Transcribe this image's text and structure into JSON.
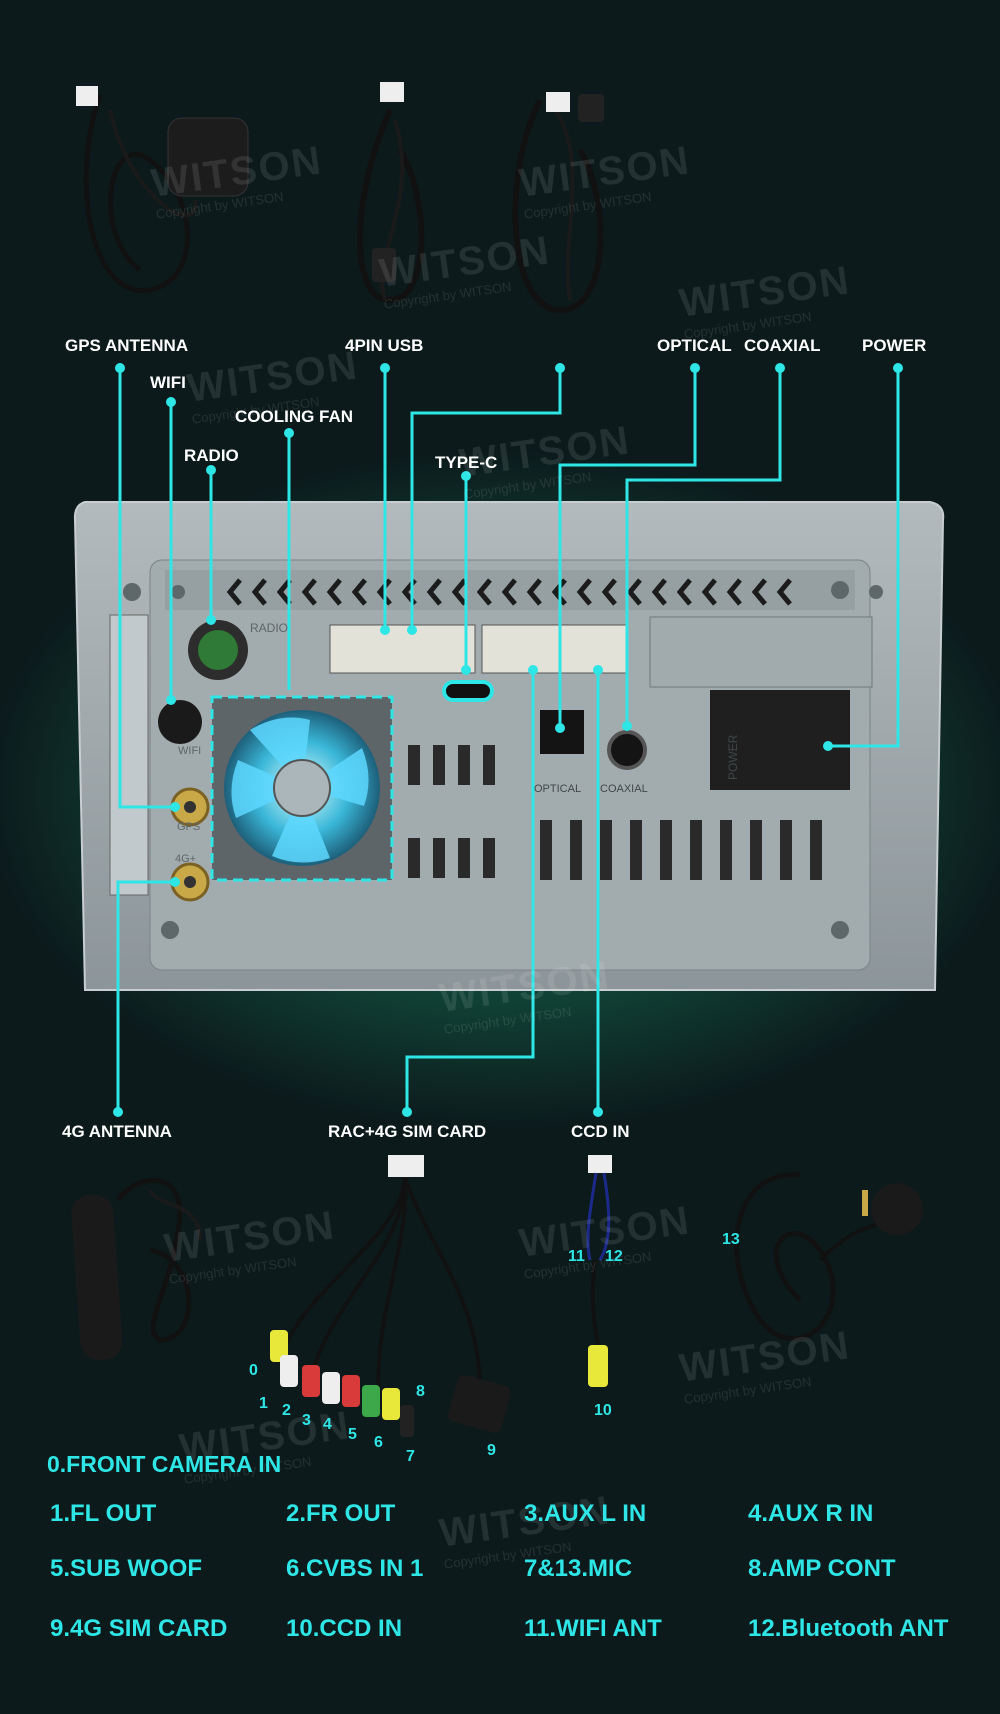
{
  "labels": {
    "gps": "GPS ANTENNA",
    "wifi": "WIFI",
    "cooling": "COOLING FAN",
    "radio": "RADIO",
    "usb": "4PIN USB",
    "typec": "TYPE-C",
    "optical": "OPTICAL",
    "coaxial": "COAXIAL",
    "power": "POWER",
    "antenna4g": "4G ANTENNA",
    "rac": "RAC+4G SIM CARD",
    "ccd": "CCD IN"
  },
  "panel_text": {
    "radio": "RADIO",
    "wifi": "WIFI",
    "gps": "GPS",
    "g4": "4G+",
    "optical": "OPTICAL",
    "coaxial": "COAXIAL",
    "power": "POWER"
  },
  "callout_numbers": [
    "0",
    "1",
    "2",
    "3",
    "4",
    "5",
    "6",
    "7",
    "8",
    "9",
    "10",
    "11",
    "12",
    "13"
  ],
  "legend": {
    "front_camera": "0.FRONT CAMERA IN",
    "items": [
      "1.FL OUT",
      "2.FR OUT",
      "3.AUX L IN",
      "4.AUX R IN",
      "5.SUB WOOF",
      "6.CVBS IN 1",
      "7&13.MIC",
      "8.AMP CONT",
      "9.4G SIM CARD",
      "10.CCD IN",
      "11.WIFI ANT",
      "12.Bluetooth ANT"
    ]
  },
  "watermark": {
    "brand": "WITSON",
    "copyright": "Copyright by WITSON"
  },
  "colors": {
    "accent": "#2ee6e6",
    "background": "#0c1a1c",
    "panel": "#9aa3a6",
    "glow": "#1fd190"
  }
}
